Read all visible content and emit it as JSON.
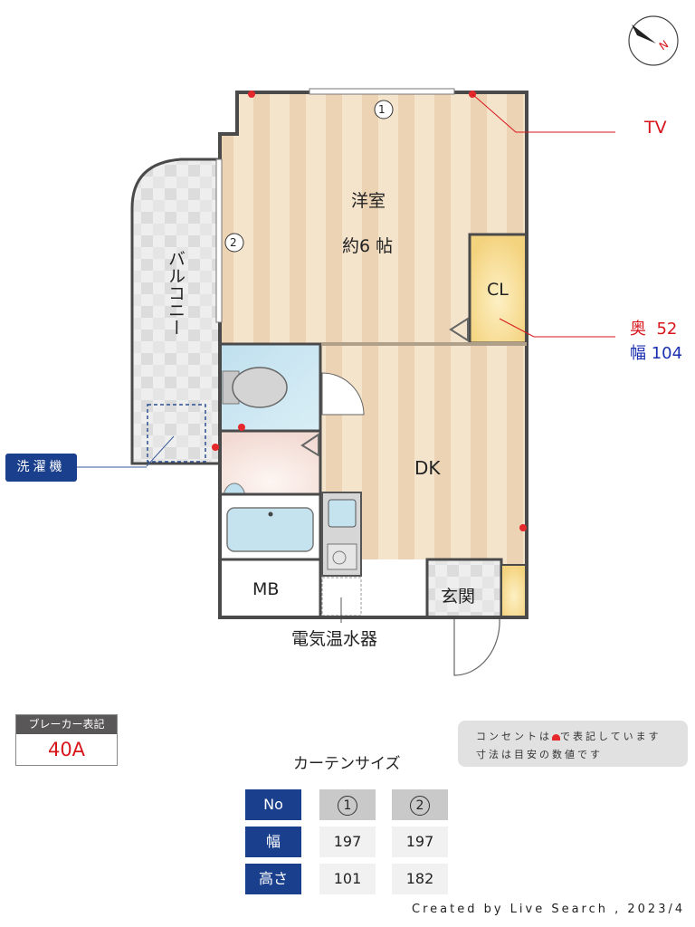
{
  "floorplan": {
    "compass": {
      "label": "N",
      "color": "#d7161c"
    },
    "rooms": {
      "western_room": {
        "name": "洋室",
        "size": "約6 帖"
      },
      "closet": {
        "name": "CL"
      },
      "dk": {
        "name": "DK"
      },
      "balcony": {
        "name": "バルコニー"
      },
      "mb": {
        "name": "MB"
      },
      "entrance": {
        "name": "玄関"
      }
    },
    "window_markers": {
      "w1": "1",
      "w2": "2"
    },
    "water_heater_label": "電気温水器",
    "washer_label": "洗濯機",
    "tv_label": "TV",
    "closet_dims": {
      "depth_label": "奥",
      "depth_value": "52",
      "width_label": "幅",
      "width_value": "104"
    }
  },
  "breaker": {
    "title": "ブレーカー表記",
    "value": "40A"
  },
  "note": {
    "line1_a": "コンセントは",
    "line1_b": "で表記しています",
    "line2": "寸法は目安の数値です"
  },
  "curtain": {
    "title": "カーテンサイズ",
    "headers": [
      "No",
      "幅",
      "高さ"
    ],
    "columns": [
      {
        "no": "1",
        "width": "197",
        "height": "101"
      },
      {
        "no": "2",
        "width": "197",
        "height": "182"
      }
    ]
  },
  "credit": "Created by Live Search , 2023/4",
  "colors": {
    "accent_blue": "#1a3f8c",
    "outlet_red": "#e4282b",
    "label_red": "#d7161c",
    "label_blue": "#1a2fb0"
  }
}
